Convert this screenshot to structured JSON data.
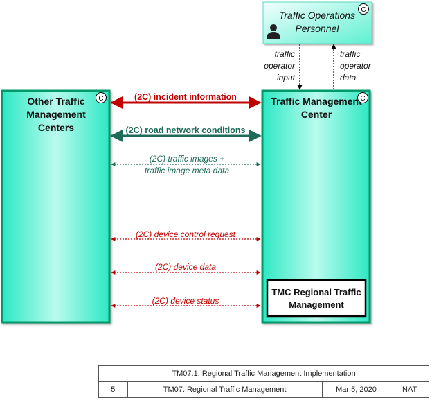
{
  "nodes": {
    "personnel": {
      "label_line1": "Traffic Operations",
      "label_line2": "Personnel",
      "badge": "C"
    },
    "other_tmc": {
      "label_line1": "Other Traffic",
      "label_line2": "Management",
      "label_line3": "Centers",
      "badge": "C"
    },
    "tmc": {
      "label_line1": "Traffic Management",
      "label_line2": "Center",
      "badge": "C"
    },
    "tmc_regional": {
      "label_line1": "TMC Regional Traffic",
      "label_line2": "Management"
    }
  },
  "vertical_flows": {
    "input": {
      "line1": "traffic",
      "line2": "operator",
      "line3": "input"
    },
    "data": {
      "line1": "traffic",
      "line2": "operator",
      "line3": "data"
    }
  },
  "flows": [
    {
      "label": "(2C) incident information"
    },
    {
      "label": "(2C) road network conditions"
    },
    {
      "label_line1": "(2C) traffic images +",
      "label_line2": "traffic image meta data"
    },
    {
      "label": "(2C) device control request"
    },
    {
      "label": "(2C) device data"
    },
    {
      "label": "(2C) device status"
    }
  ],
  "colors": {
    "red": "#c00000",
    "green": "#1e6b5a",
    "box_border": "#00996b",
    "box_fill": "#2de8c3"
  },
  "footer": {
    "title": "TM07.1: Regional Traffic Management Implementation",
    "number": "5",
    "package": "TM07: Regional Traffic Management",
    "date": "Mar 5, 2020",
    "scope": "NAT"
  }
}
